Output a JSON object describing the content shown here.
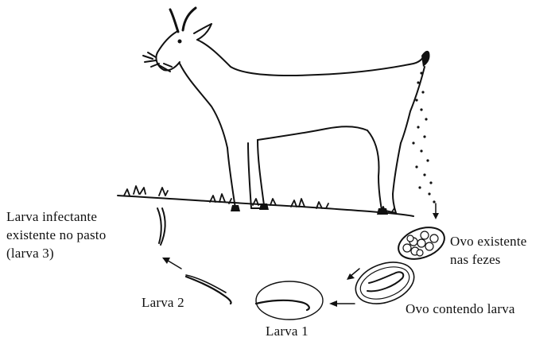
{
  "labels": {
    "larva3_line1": "Larva infectante",
    "larva3_line2": "existente no pasto",
    "larva3_line3": "(larva 3)",
    "larva2": "Larva 2",
    "larva1": "Larva 1",
    "egg_in_feces_line1": "Ovo existente",
    "egg_in_feces_line2": "nas fezes",
    "egg_with_larva": "Ovo contendo larva"
  }
}
